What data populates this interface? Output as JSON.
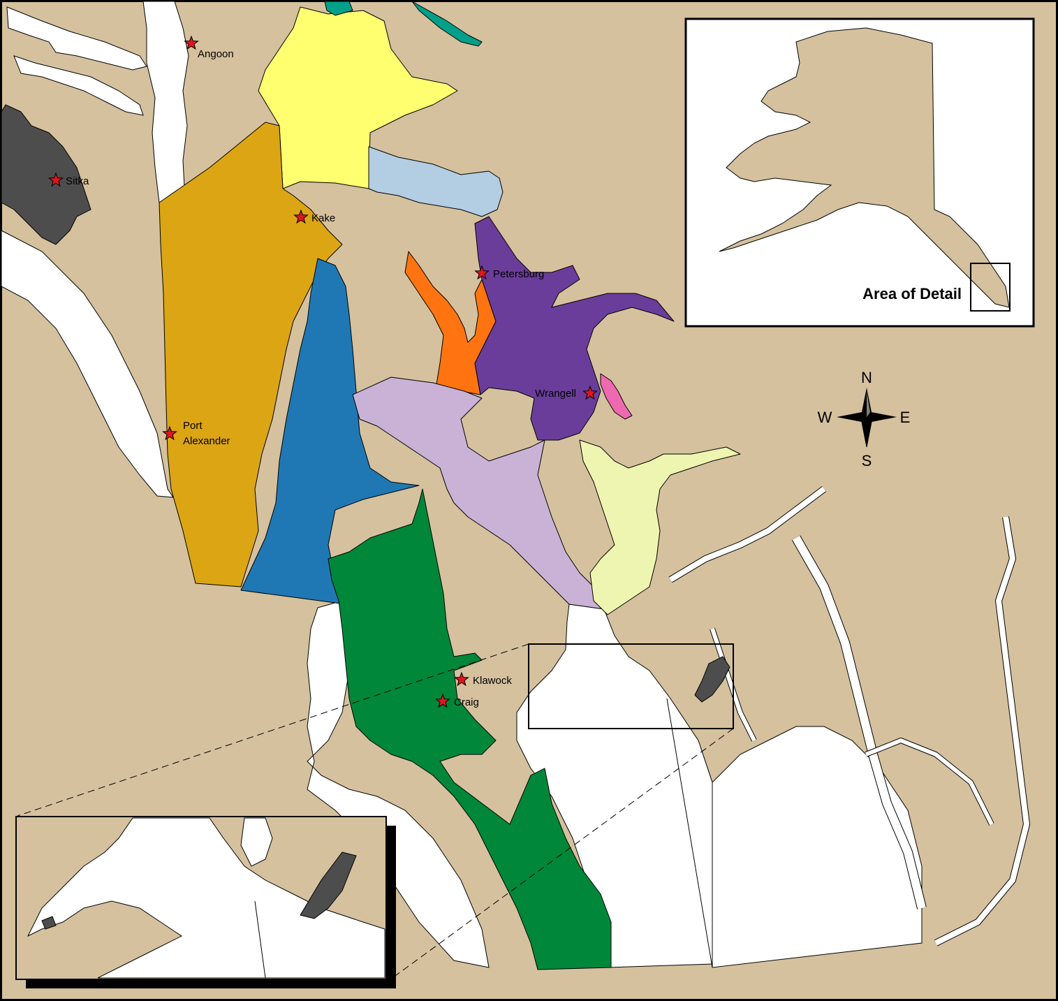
{
  "colors": {
    "land": "#d5c19e",
    "water": "#ffffff",
    "outline": "#000000",
    "star_fill": "#e0161e",
    "regions": {
      "sitka": "#4d4d4d",
      "chatham_north": "#ffff70",
      "teal_north": "#00a08a",
      "frederick_sound": "#b3cde3",
      "chatham_south": "#dca514",
      "sumner_strait_west": "#1f78b4",
      "petersburg_orange": "#ff7411",
      "wrangell_purple": "#6a3d9a",
      "stikine_pink": "#ee6ab0",
      "clarence_lavender": "#c9b2d6",
      "ernest_sound_green": "#eef5b0",
      "prince_of_wales": "#00873a",
      "inset_dark": "#4d4d4d"
    }
  },
  "towns": [
    {
      "id": "angoon",
      "label": "Angoon"
    },
    {
      "id": "sitka",
      "label": "Sitka"
    },
    {
      "id": "kake",
      "label": "Kake"
    },
    {
      "id": "petersburg",
      "label": "Petersburg"
    },
    {
      "id": "wrangell",
      "label": "Wrangell"
    },
    {
      "id": "port_alexander",
      "label_line1": "Port",
      "label_line2": "Alexander"
    },
    {
      "id": "klawock",
      "label": "Klawock"
    },
    {
      "id": "craig",
      "label": "Craig"
    }
  ],
  "compass": {
    "n": "N",
    "s": "S",
    "e": "E",
    "w": "W"
  },
  "locator_inset": {
    "title": "Area of Detail"
  }
}
